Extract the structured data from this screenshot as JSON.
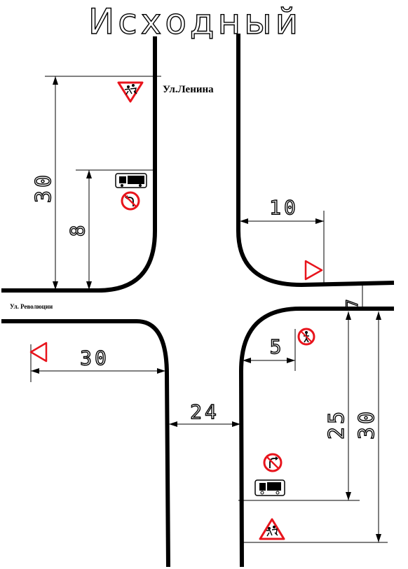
{
  "title": "Исходный",
  "streets": {
    "lenina": "Ул.Ленина",
    "revolyutsii": "Ул. Революции"
  },
  "dimensions": {
    "left_top_30": "30",
    "left_top_8": "8",
    "right_top_10": "10",
    "right_7": "7",
    "right_5": "5",
    "left_bottom_30": "30",
    "bottom_24": "24",
    "right_25": "25",
    "right_30": "30"
  },
  "signs": [
    {
      "name": "children-warning-sign-top",
      "type": "warning-children"
    },
    {
      "name": "truck-plate-top",
      "type": "truck-plate"
    },
    {
      "name": "no-left-turn-sign",
      "type": "no-left-turn"
    },
    {
      "name": "yield-sign-right",
      "type": "yield"
    },
    {
      "name": "yield-sign-left",
      "type": "yield"
    },
    {
      "name": "no-pedestrian-sign",
      "type": "no-pedestrians"
    },
    {
      "name": "no-right-turn-sign",
      "type": "no-right-turn"
    },
    {
      "name": "truck-plate-bottom",
      "type": "truck-plate"
    },
    {
      "name": "children-warning-sign-bottom",
      "type": "warning-children"
    }
  ],
  "colors": {
    "road": "#000000",
    "sign_red": "#e8141c",
    "background": "#ffffff"
  }
}
